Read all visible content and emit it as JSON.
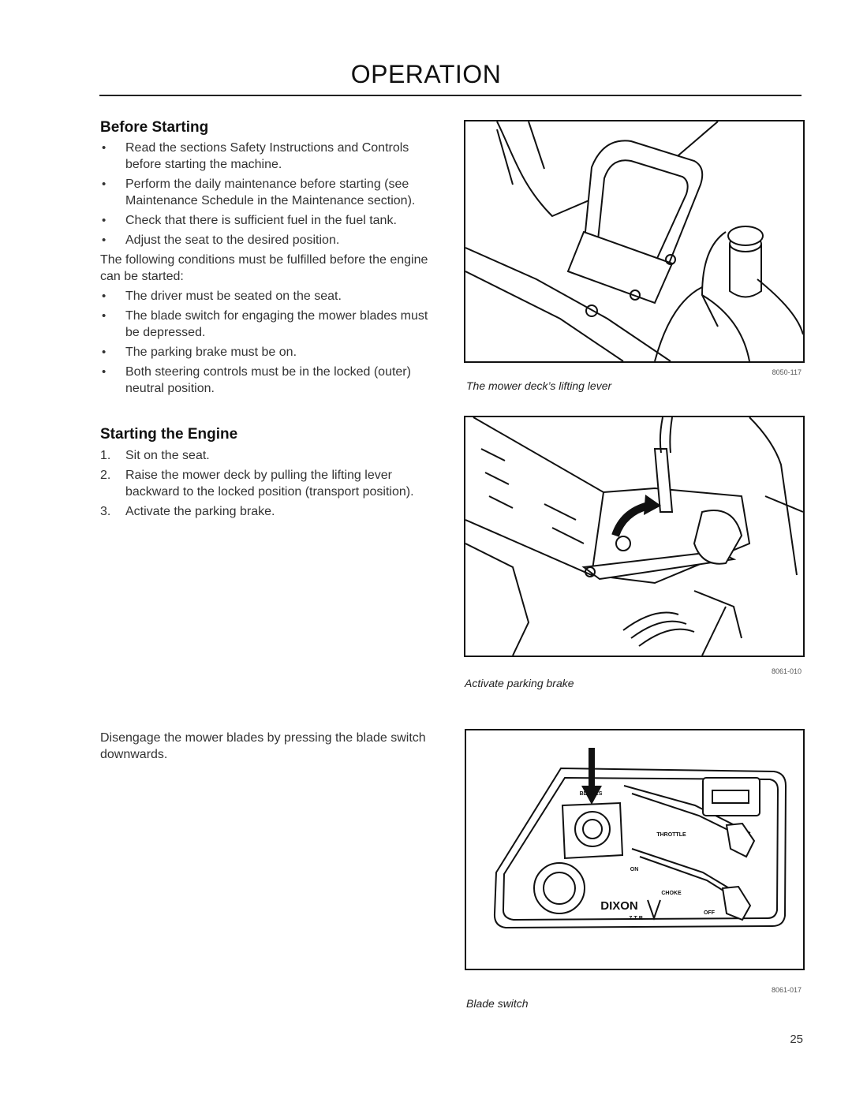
{
  "header": {
    "title": "OPERATION"
  },
  "before_starting": {
    "heading": "Before Starting",
    "bullets_1": [
      "Read the sections Safety Instructions and Controls before starting the machine.",
      "Perform the daily maintenance before starting (see Maintenance Schedule in the Maintenance section).",
      "Check that there is sufficient fuel in the fuel tank.",
      "Adjust the seat to the desired position."
    ],
    "paragraph": "The following conditions must be fulfilled before the engine can be started:",
    "bullets_2": [
      "The driver must be seated on the seat.",
      "The blade switch for engaging the mower blades must be depressed.",
      "The parking brake must be on.",
      "Both steering controls must be in the locked (outer) neutral position."
    ]
  },
  "starting_engine": {
    "heading": "Starting the Engine",
    "steps": [
      {
        "num": "1.",
        "text": "Sit on the seat."
      },
      {
        "num": "2.",
        "text": "Raise the mower deck by pulling the lifting lever backward to the locked position (transport position)."
      },
      {
        "num": "3.",
        "text": "Activate the parking brake."
      }
    ],
    "disengage_paragraph": "Disengage the mower blades by pressing the blade switch downwards."
  },
  "figures": [
    {
      "code": "8050-117",
      "caption": "The mower deck’s lifting lever"
    },
    {
      "code": "8061-010",
      "caption": "Activate parking brake"
    },
    {
      "code": "8061-017",
      "caption": "Blade switch"
    }
  ],
  "panel_labels": {
    "blades": "BLADES",
    "throttle": "THROTTLE",
    "on": "ON",
    "choke": "CHOKE",
    "off": "OFF",
    "brand": "DIXON",
    "brand_sub": "ZTR"
  },
  "page_number": "25"
}
